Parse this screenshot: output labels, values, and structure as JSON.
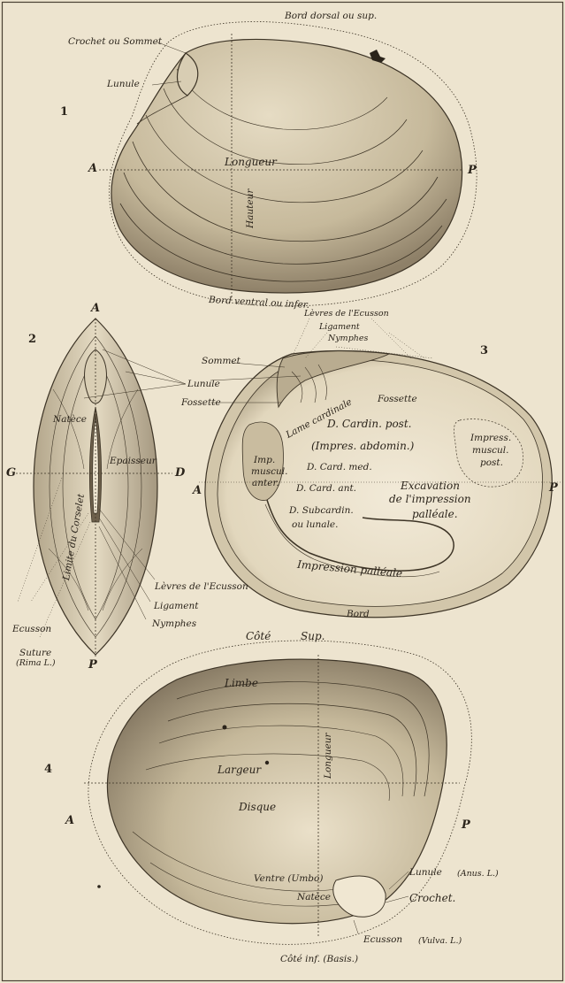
{
  "figures": {
    "fig1": {
      "number": "1",
      "labels": {
        "dorsal": "Bord dorsal ou sup.",
        "crochet": "Crochet ou Sommet",
        "lunule": "Lunule",
        "a": "A",
        "p": "P",
        "longueur": "Longueur",
        "hauteur": "Hauteur",
        "ventral": "Bord ventral ou infer."
      }
    },
    "fig2": {
      "number": "2",
      "labels": {
        "a": "A",
        "natece": "Natèce",
        "lunule": "Lunule",
        "fossette": "Fossette",
        "epaisseur": "Epaisseur",
        "g": "G",
        "d": "D",
        "limite": "Limite du Corselet",
        "levres": "Lèvres de l'Ecusson",
        "ligament": "Ligament",
        "nymphes": "Nymphes",
        "ecusson": "Ecusson",
        "suture": "Suture",
        "rima": "(Rima L.)",
        "p": "P"
      }
    },
    "fig3": {
      "number": "3",
      "labels": {
        "levres": "Lèvres de l'Ecusson",
        "ligament": "Ligament",
        "nymphes": "Nymphes",
        "sommet": "Sommet",
        "lame": "Lame cardinale",
        "fossette": "Fossette",
        "dcardpost": "D. Cardin. post.",
        "impabdo": "(Impres. abdomin.)",
        "imp1": "Imp.",
        "imp2": "muscul.",
        "imp3": "anter.",
        "dcardmed": "D. Card. med.",
        "dcardant": "D. Card. ant.",
        "dsub1": "D. Subcardin.",
        "dsub2": "ou lunale.",
        "exc1": "Excavation",
        "exc2": "de l'impression",
        "exc3": "palléale.",
        "impr1": "Impress.",
        "impr2": "muscul.",
        "impr3": "post.",
        "a": "A",
        "p": "P",
        "pall": "Impression palléale",
        "bord": "Bord"
      }
    },
    "fig4": {
      "number": "4",
      "labels": {
        "cote": "Côté",
        "sup": "Sup.",
        "limbe": "Limbe",
        "longueur": "Longueur",
        "largeur": "Largeur",
        "disque": "Disque",
        "a": "A",
        "p": "P",
        "ventre": "Ventre (Umbo)",
        "natece": "Natèce",
        "lunule": "Lunule",
        "anus": "(Anus. L.)",
        "crochet": "Crochet.",
        "ecusson": "Ecusson",
        "vulva": "(Vulva. L.)",
        "coteinf": "Côté inf. (Basis.)"
      }
    }
  }
}
